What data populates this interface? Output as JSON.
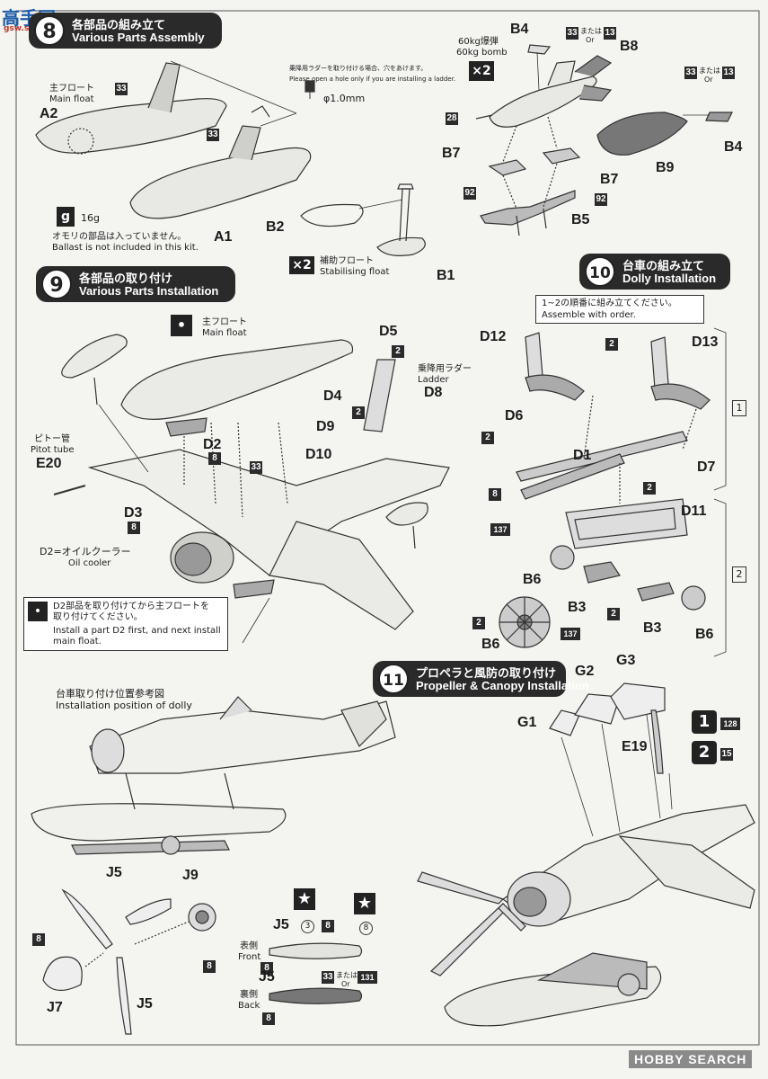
{
  "watermark": {
    "logo": "高手网",
    "url": "gsw.shou.net"
  },
  "step8": {
    "num": "8",
    "title_jp": "各部品の組み立て",
    "title_en": "Various Parts Assembly"
  },
  "step9": {
    "num": "9",
    "title_jp": "各部品の取り付け",
    "title_en": "Various Parts Installation"
  },
  "step10": {
    "num": "10",
    "title_jp": "台車の組み立て",
    "title_en": "Dolly Installation"
  },
  "step11": {
    "num": "11",
    "title_jp": "プロペラと風防の取り付け",
    "title_en": "Propeller & Canopy Installation"
  },
  "s8": {
    "main_float_jp": "主フロート",
    "main_float_en": "Main float",
    "ladder_hole_jp": "乗降用ラダーを取り付ける場合、穴をあけます。",
    "ladder_hole_en": "Please open a hole only if you are installing a ladder.",
    "drill": "φ1.0mm",
    "weight": "16g",
    "weight_icon": "g",
    "ballast_jp": "オモリの部品は入っていません。",
    "ballast_en": "Ballast is not included in this kit.",
    "aux_float_jp": "補助フロート",
    "aux_float_en": "Stabilising float",
    "aux_mult": "×2",
    "bomb_jp": "60kg爆弾",
    "bomb_en": "60kg bomb",
    "bomb_mult": "×2",
    "or_jp": "または",
    "or_en": "Or",
    "labels": [
      "A2",
      "A1",
      "B2",
      "B1",
      "B4",
      "B8",
      "B7",
      "B7",
      "B5",
      "B9",
      "B4"
    ],
    "colors": [
      "33",
      "33",
      "33",
      "13",
      "33",
      "13",
      "28",
      "92",
      "92"
    ]
  },
  "s9": {
    "main_float_jp": "主フロート",
    "main_float_en": "Main float",
    "ladder_jp": "乗降用ラダー",
    "ladder_en": "Ladder",
    "pitot_jp": "ピトー管",
    "pitot_en": "Pitot tube",
    "oil_jp": "D2=オイルクーラー",
    "oil_en": "Oil cooler",
    "note_jp1": "D2部品を取り付けてから主フロートを",
    "note_jp2": "取り付けてください。",
    "note_en1": "Install a part D2 first, and next install",
    "note_en2": "main float.",
    "labels": [
      "D5",
      "D4",
      "D8",
      "D9",
      "D10",
      "D2",
      "E20",
      "D3"
    ],
    "colors": [
      "2",
      "2",
      "8",
      "33",
      "8"
    ]
  },
  "s10": {
    "order_jp": "1~2の順番に組み立てください。",
    "order_en": "Assemble with order.",
    "labels": [
      "D12",
      "D13",
      "D6",
      "D1",
      "D7",
      "D11",
      "B6",
      "B3",
      "B3",
      "B6",
      "B6"
    ],
    "sub_steps": [
      "1",
      "2"
    ],
    "colors": [
      "2",
      "2",
      "8",
      "137",
      "2",
      "2",
      "2",
      "137"
    ]
  },
  "s11": {
    "dolly_pos_jp": "台車取り付け位置参考図",
    "dolly_pos_en": "Installation position of dolly",
    "front_jp": "表側",
    "front_en": "Front",
    "back_jp": "裏側",
    "back_en": "Back",
    "labels": [
      "G2",
      "G3",
      "G1",
      "E19",
      "J5",
      "J9",
      "J7",
      "J5",
      "J5",
      "J5"
    ],
    "colors": [
      "128",
      "15",
      "8",
      "8",
      "8",
      "8",
      "33",
      "131",
      "8"
    ],
    "circled": [
      "3",
      "8"
    ],
    "sub_steps": [
      "1",
      "2"
    ]
  },
  "footer": {
    "brand": "HOBBY SEARCH"
  }
}
